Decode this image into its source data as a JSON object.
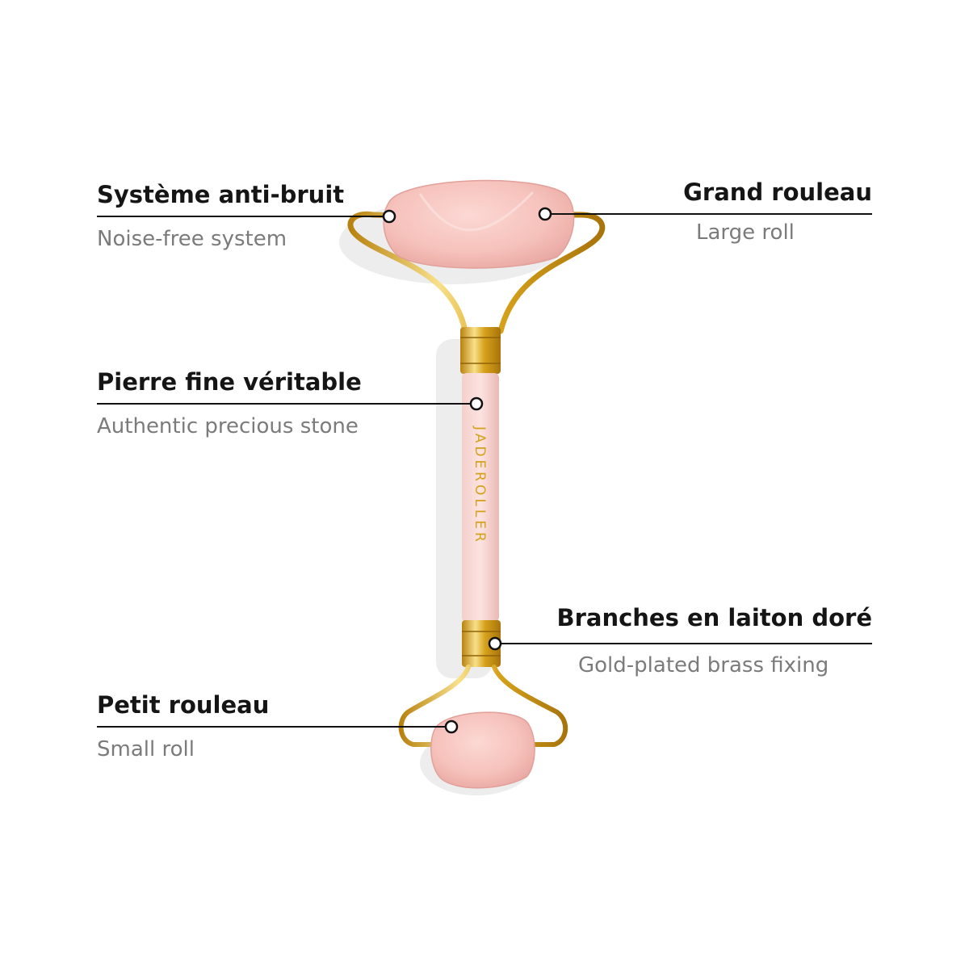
{
  "brand_engraving": "JADEROLLER",
  "colors": {
    "stone": "#f7c6c1",
    "stone_shade": "#e9a9a4",
    "gold": "#d6a11a",
    "gold_light": "#f8e08a",
    "leader_line": "#111111",
    "title_text": "#151515",
    "subtitle_text": "#7b7b7b"
  },
  "callouts": [
    {
      "id": "noise-free",
      "title": "Système anti-bruit",
      "subtitle": "Noise-free system"
    },
    {
      "id": "large-roll",
      "title": "Grand rouleau",
      "subtitle": "Large roll"
    },
    {
      "id": "precious-stone",
      "title": "Pierre fine véritable",
      "subtitle": "Authentic precious stone"
    },
    {
      "id": "brass-fixing",
      "title": "Branches en laiton doré",
      "subtitle": "Gold-plated brass fixing"
    },
    {
      "id": "small-roll",
      "title": "Petit rouleau",
      "subtitle": "Small roll"
    }
  ]
}
